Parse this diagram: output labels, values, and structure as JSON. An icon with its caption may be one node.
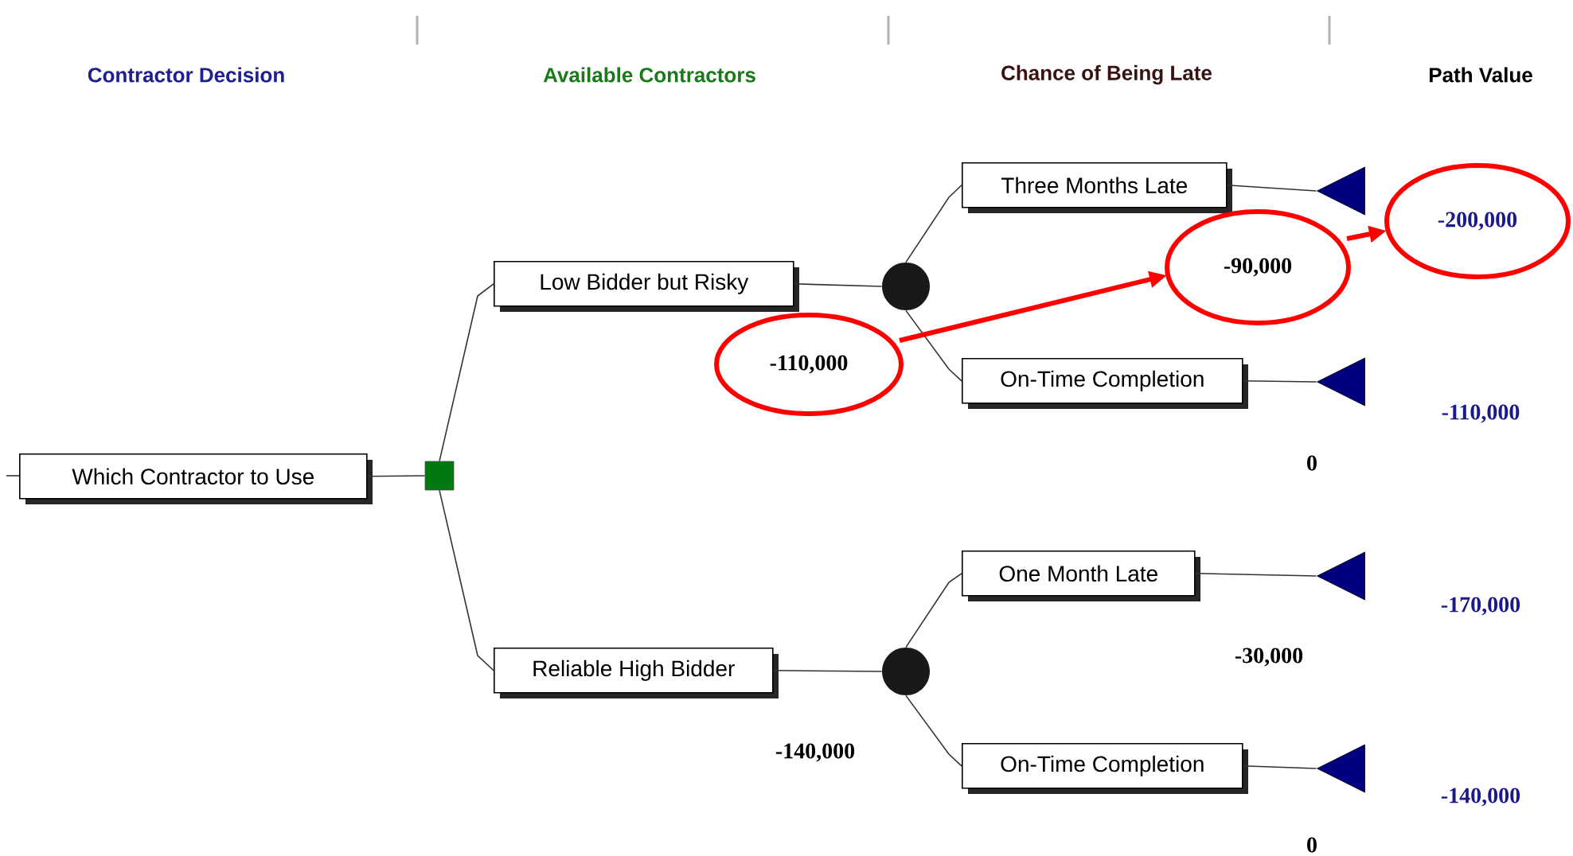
{
  "diagram": {
    "nodes": [
      {
        "text": [
          "Which Contractor to Use"
        ]
      },
      {
        "text": [],
        "shape": "box"
      },
      {
        "text": [
          "Low Bidder but Risky"
        ]
      },
      {
        "text": [
          "Reliable High Bidder"
        ]
      },
      {
        "text": [],
        "shape": "circle"
      },
      {
        "text": [],
        "shape": "circle"
      },
      {
        "text": [
          "Three Months Late"
        ]
      },
      {
        "text": [
          "On-Time Completion"
        ]
      },
      {
        "text": [
          "One Month Late"
        ]
      },
      {
        "text": [
          "On-Time Completion"
        ]
      },
      {
        "text": [],
        "shape": "triangle"
      },
      {
        "text": [],
        "shape": "triangle"
      },
      {
        "text": [],
        "shape": "triangle"
      },
      {
        "text": [],
        "shape": "triangle"
      },
      {
        "text": [
          "-110,000"
        ]
      },
      {
        "text": [
          "-90,000"
        ]
      },
      {
        "text": [
          "-200,000"
        ]
      }
    ],
    "edges": [
      {
        "from": 0,
        "to": 1,
        "arrow": "none"
      },
      {
        "from": 1,
        "to": 2,
        "arrow": "none"
      },
      {
        "from": 1,
        "to": 3,
        "arrow": "none"
      },
      {
        "from": 2,
        "to": 4,
        "arrow": "none"
      },
      {
        "from": 3,
        "to": 5,
        "arrow": "none"
      },
      {
        "from": 4,
        "to": 6,
        "arrow": "none"
      },
      {
        "from": 4,
        "to": 7,
        "arrow": "none"
      },
      {
        "from": 5,
        "to": 8,
        "arrow": "none"
      },
      {
        "from": 5,
        "to": 9,
        "arrow": "none"
      },
      {
        "from": 6,
        "to": 10,
        "arrow": "none"
      },
      {
        "from": 7,
        "to": 11,
        "arrow": "none"
      },
      {
        "from": 8,
        "to": 12,
        "arrow": "none"
      },
      {
        "from": 9,
        "to": 13,
        "arrow": "none"
      },
      {
        "from": 14,
        "to": 15,
        "arrow": "to",
        "style": "thick",
        "color": "#ff0000"
      },
      {
        "from": 15,
        "to": 16,
        "arrow": "to",
        "style": "thick",
        "color": "#ff0000"
      }
    ],
    "labels": [
      "Contractor Decision",
      "Available Contractors",
      "Chance of Being Late",
      "Path Value",
      "-110,000",
      "0",
      "-170,000",
      "-30,000",
      "-140,000",
      "-140,000",
      "0"
    ]
  }
}
